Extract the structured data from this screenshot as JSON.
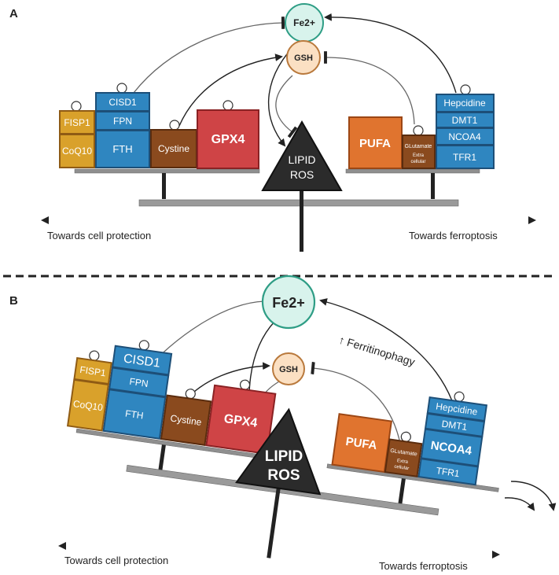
{
  "panel_a": {
    "label": "A",
    "fe": "Fe2+",
    "gsh": "GSH",
    "left_boxes": {
      "fisp1": "FISP1",
      "coq10": "CoQ10",
      "cisd1": "CISD1",
      "fpn": "FPN",
      "fth": "FTH",
      "cystine": "Cystine",
      "gpx4": "GPX4"
    },
    "lipid_ros": [
      "LIPID",
      "ROS"
    ],
    "right_boxes": {
      "pufa": "PUFA",
      "glutamate": [
        "GLutamate",
        "Extra",
        "cellular"
      ],
      "hepcidine": "Hepcidine",
      "dmt1": "DMT1",
      "ncoa4": "NCOA4",
      "tfr1": "TFR1"
    },
    "toward_protection": "Towards cell protection",
    "toward_ferroptosis": "Towards ferroptosis"
  },
  "panel_b": {
    "label": "B",
    "fe": "Fe2+",
    "gsh": "GSH",
    "ferritinophagy": "↑ Ferritinophagy",
    "left_boxes": {
      "fisp1": "FISP1",
      "coq10": "CoQ10",
      "cisd1": "CISD1",
      "fpn": "FPN",
      "fth": "FTH",
      "cystine": "Cystine",
      "gpx4": "GPX4"
    },
    "lipid_ros": [
      "LIPID",
      "ROS"
    ],
    "right_boxes": {
      "pufa": "PUFA",
      "glutamate": [
        "GLutamate",
        "Extra",
        "cellular"
      ],
      "hepcidine": "Hepcidine",
      "dmt1": "DMT1",
      "ncoa4": "NCOA4",
      "tfr1": "TFR1"
    },
    "toward_protection": "Towards cell protection",
    "toward_ferroptosis": "Towards ferroptosis"
  },
  "colors": {
    "yellow": "#d9a12b",
    "blue": "#2f86c0",
    "brown": "#8a4a1e",
    "red": "#cf4446",
    "orange": "#e0742f",
    "teal_fill": "#d8f3ec",
    "teal_stroke": "#2e9d85",
    "peach_fill": "#fbe0c3",
    "peach_stroke": "#b9793c",
    "beam": "#8f8f8f",
    "dark": "#222222"
  }
}
